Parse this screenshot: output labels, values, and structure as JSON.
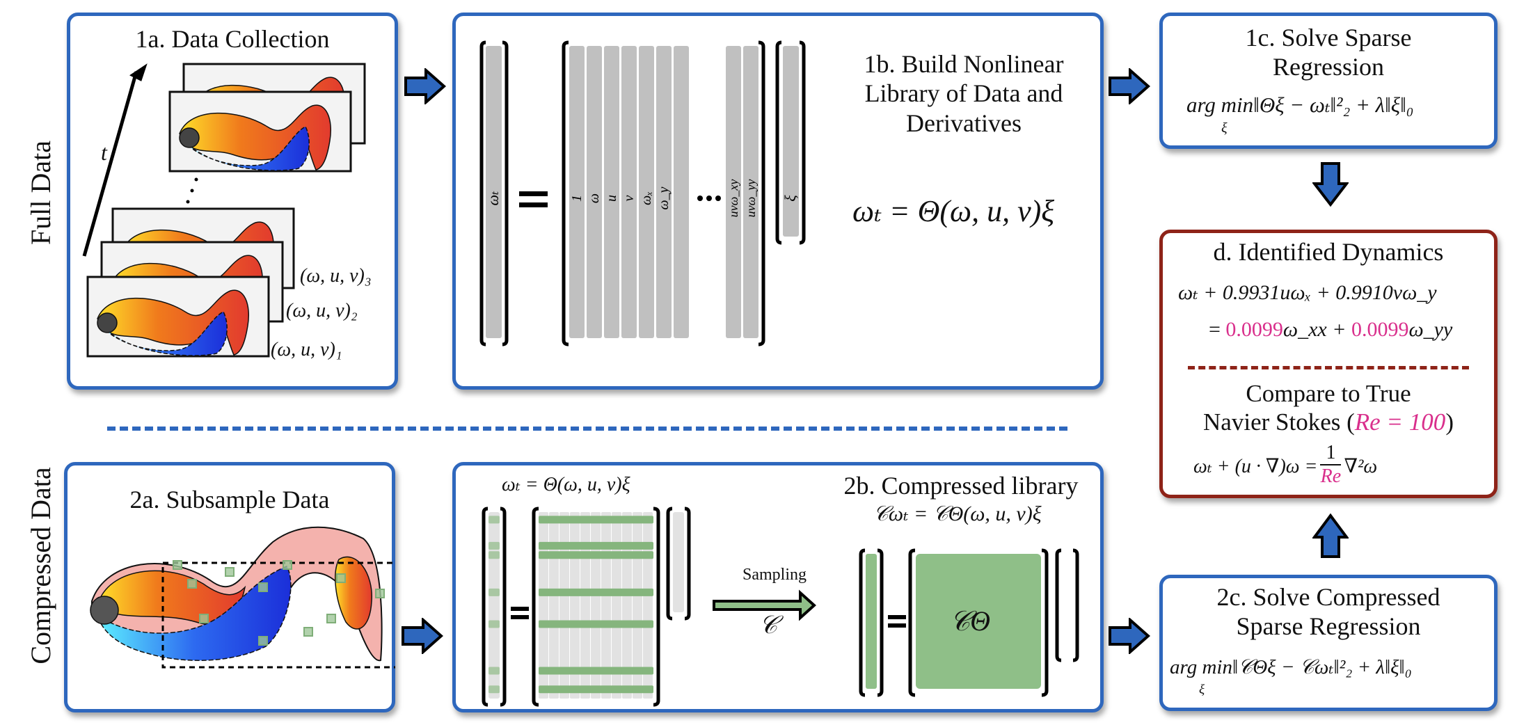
{
  "row_labels": {
    "full": "Full Data",
    "compressed": "Compressed  Data"
  },
  "panel_1a": {
    "title": "1a.  Data Collection",
    "time_label": "t",
    "snapshot_labels": [
      "(ω, u, v)₃",
      "(ω, u, v)₂",
      "(ω, u, v)₁"
    ]
  },
  "panel_1b": {
    "title_lines": [
      "1b.  Build Nonlinear",
      "Library of Data and",
      "Derivatives"
    ],
    "equation": "ωₜ = Θ(ω, u, v)ξ",
    "lhs_label": "ωₜ",
    "library_columns": [
      "1",
      "ω",
      "u",
      "v",
      "ωₓ",
      "ω_y",
      ""
    ],
    "library_tail_columns": [
      "uvω_xy",
      "uvω_yy"
    ],
    "ellipsis": "⋯",
    "coef_label": "ξ"
  },
  "panel_1c": {
    "title_lines": [
      "1c.  Solve Sparse",
      "Regression"
    ],
    "equation": "arg min‖Θξ − ωₜ‖²₂ + λ‖ξ‖₀",
    "equation_sub": "ξ"
  },
  "panel_d": {
    "title": "d.  Identified Dynamics",
    "identified_line1": "ωₜ + 0.9931uωₓ + 0.9910vω_y",
    "identified_line2_prefix": "= ",
    "coef_xx": "0.0099",
    "term_xx": "ω_xx + ",
    "coef_yy": "0.0099",
    "term_yy": "ω_yy",
    "compare_line1": "Compare to True",
    "compare_line2_prefix": "Navier Stokes (",
    "re_value": "Re = 100",
    "compare_line2_suffix": ")",
    "ns_lhs": "ωₜ + (u · ∇)ω = ",
    "ns_num": "1",
    "ns_den": "Re",
    "ns_rhs": "∇²ω",
    "accent_pink": "#d92f8c"
  },
  "panel_2a": {
    "title": "2a.  Subsample Data",
    "sample_count": 11
  },
  "panel_2b": {
    "title": "2b.  Compressed library",
    "full_equation": "ωₜ = Θ(ω, u, v)ξ",
    "compressed_equation": "𝒞ωₜ = 𝒞Θ(ω, u, v)ξ",
    "sampling_label": "Sampling",
    "sampling_operator": "𝒞",
    "compressed_matrix_label": "𝒞Θ",
    "sample_rows": 7
  },
  "panel_2c": {
    "title_lines": [
      "2c.  Solve Compressed",
      "Sparse Regression"
    ],
    "equation": "arg min‖𝒞Θξ − 𝒞ωₜ‖²₂ + λ‖ξ‖₀",
    "equation_sub": "ξ"
  },
  "colors": {
    "panel_blue": "#2e67bd",
    "panel_red": "#8e2318",
    "arrow_blue": "#2e67bd",
    "sample_green": "#8fbf88",
    "library_gray": "#c0c0c0"
  }
}
